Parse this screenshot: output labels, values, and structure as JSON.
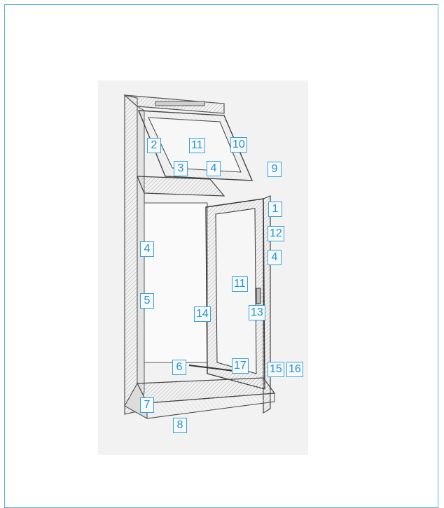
{
  "callouts": [
    {
      "id": "c2a",
      "label": "2"
    },
    {
      "id": "c11a",
      "label": "11"
    },
    {
      "id": "c10",
      "label": "10"
    },
    {
      "id": "c3",
      "label": "3"
    },
    {
      "id": "c4a",
      "label": "4"
    },
    {
      "id": "c9",
      "label": "9"
    },
    {
      "id": "c1",
      "label": "1"
    },
    {
      "id": "c12",
      "label": "12"
    },
    {
      "id": "c4b",
      "label": "4"
    },
    {
      "id": "c4c",
      "label": "4"
    },
    {
      "id": "c11b",
      "label": "11"
    },
    {
      "id": "c5",
      "label": "5"
    },
    {
      "id": "c14",
      "label": "14"
    },
    {
      "id": "c13",
      "label": "13"
    },
    {
      "id": "c6",
      "label": "6"
    },
    {
      "id": "c17",
      "label": "17"
    },
    {
      "id": "c15",
      "label": "15"
    },
    {
      "id": "c16",
      "label": "16"
    },
    {
      "id": "c7",
      "label": "7"
    },
    {
      "id": "c8",
      "label": "8"
    }
  ],
  "colors": {
    "callout_border": "#3aa0d8",
    "callout_text": "#2b8fcc",
    "frame_border": "#5fb3dc"
  }
}
